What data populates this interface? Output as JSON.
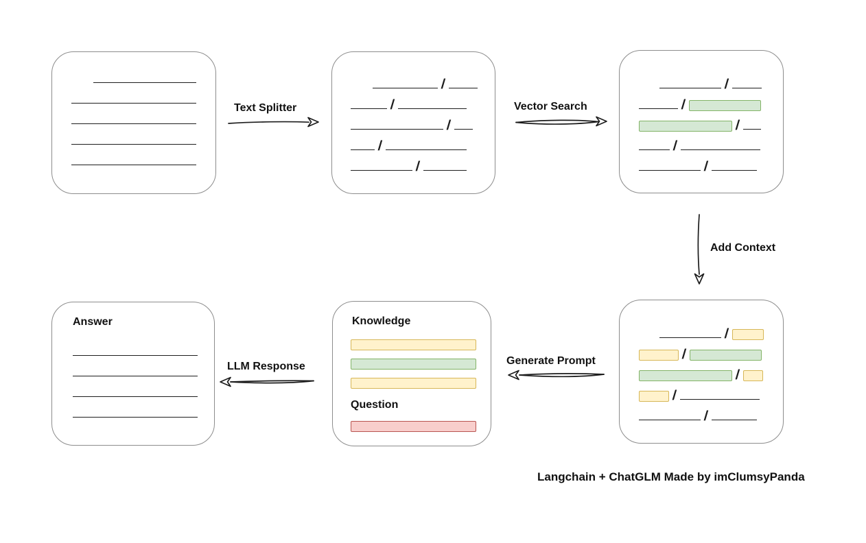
{
  "caption": "Langchain + ChatGLM Made by imClumsyPanda",
  "colors": {
    "green_fill": "#d5e8d4",
    "green_border": "#82b366",
    "yellow_fill": "#fff2cc",
    "yellow_border": "#d6b656",
    "red_fill": "#f8cecc",
    "red_border": "#b85450",
    "box_border": "#8c8c8c",
    "ink": "#1c1c1c"
  },
  "arrows": {
    "text_splitter": {
      "label": "Text Splitter",
      "direction": "right"
    },
    "vector_search": {
      "label": "Vector Search",
      "direction": "right"
    },
    "add_context": {
      "label": "Add Context",
      "direction": "down"
    },
    "generate_prompt": {
      "label": "Generate Prompt",
      "direction": "left"
    },
    "llm_response": {
      "label": "LLM Response",
      "direction": "left"
    }
  },
  "nodes": {
    "document": {
      "rows": [
        [
          {
            "t": "line",
            "w": 150,
            "ml": 32
          }
        ],
        [
          {
            "t": "line",
            "w": 182
          }
        ],
        [
          {
            "t": "line",
            "w": 182
          }
        ],
        [
          {
            "t": "line",
            "w": 182
          }
        ],
        [
          {
            "t": "line",
            "w": 182
          }
        ]
      ]
    },
    "split_chunks": {
      "rows": [
        [
          {
            "t": "line",
            "w": 95,
            "ml": 32
          },
          {
            "t": "slash"
          },
          {
            "t": "line",
            "w": 42
          }
        ],
        [
          {
            "t": "line",
            "w": 53
          },
          {
            "t": "slash"
          },
          {
            "t": "line",
            "w": 100
          }
        ],
        [
          {
            "t": "line",
            "w": 135
          },
          {
            "t": "slash"
          },
          {
            "t": "line",
            "w": 27
          }
        ],
        [
          {
            "t": "line",
            "w": 35
          },
          {
            "t": "slash"
          },
          {
            "t": "line",
            "w": 118
          }
        ],
        [
          {
            "t": "line",
            "w": 90
          },
          {
            "t": "slash"
          },
          {
            "t": "line",
            "w": 63
          }
        ]
      ]
    },
    "vector_matches": {
      "rows": [
        [
          {
            "t": "line",
            "w": 90,
            "ml": 30
          },
          {
            "t": "slash"
          },
          {
            "t": "line",
            "w": 43
          }
        ],
        [
          {
            "t": "line",
            "w": 57
          },
          {
            "t": "slash"
          },
          {
            "t": "chunk",
            "c": "green",
            "w": 105
          }
        ],
        [
          {
            "t": "chunk",
            "c": "green",
            "w": 136
          },
          {
            "t": "slash"
          },
          {
            "t": "line",
            "w": 26
          }
        ],
        [
          {
            "t": "line",
            "w": 45
          },
          {
            "t": "slash"
          },
          {
            "t": "line",
            "w": 116
          }
        ],
        [
          {
            "t": "line",
            "w": 90
          },
          {
            "t": "slash"
          },
          {
            "t": "line",
            "w": 66
          }
        ]
      ]
    },
    "context_chunks": {
      "rows": [
        [
          {
            "t": "line",
            "w": 90,
            "ml": 30
          },
          {
            "t": "slash"
          },
          {
            "t": "chunk",
            "c": "yellow",
            "w": 46
          }
        ],
        [
          {
            "t": "chunk",
            "c": "yellow",
            "w": 58
          },
          {
            "t": "slash"
          },
          {
            "t": "chunk",
            "c": "green",
            "w": 105
          }
        ],
        [
          {
            "t": "chunk",
            "c": "green",
            "w": 136
          },
          {
            "t": "slash"
          },
          {
            "t": "chunk",
            "c": "yellow",
            "w": 29
          }
        ],
        [
          {
            "t": "chunk",
            "c": "yellow",
            "w": 44
          },
          {
            "t": "slash"
          },
          {
            "t": "line",
            "w": 116
          }
        ],
        [
          {
            "t": "line",
            "w": 90
          },
          {
            "t": "slash"
          },
          {
            "t": "line",
            "w": 66
          }
        ]
      ]
    },
    "prompt": {
      "knowledge_label": "Knowledge",
      "question_label": "Question",
      "knowledge_bars": [
        "yellow",
        "green",
        "yellow"
      ],
      "question_bars": [
        "red"
      ]
    },
    "answer": {
      "label": "Answer",
      "rows": [
        [
          {
            "t": "line",
            "w": 182
          }
        ],
        [
          {
            "t": "line",
            "w": 182
          }
        ],
        [
          {
            "t": "line",
            "w": 182
          }
        ],
        [
          {
            "t": "line",
            "w": 182
          }
        ]
      ]
    }
  }
}
